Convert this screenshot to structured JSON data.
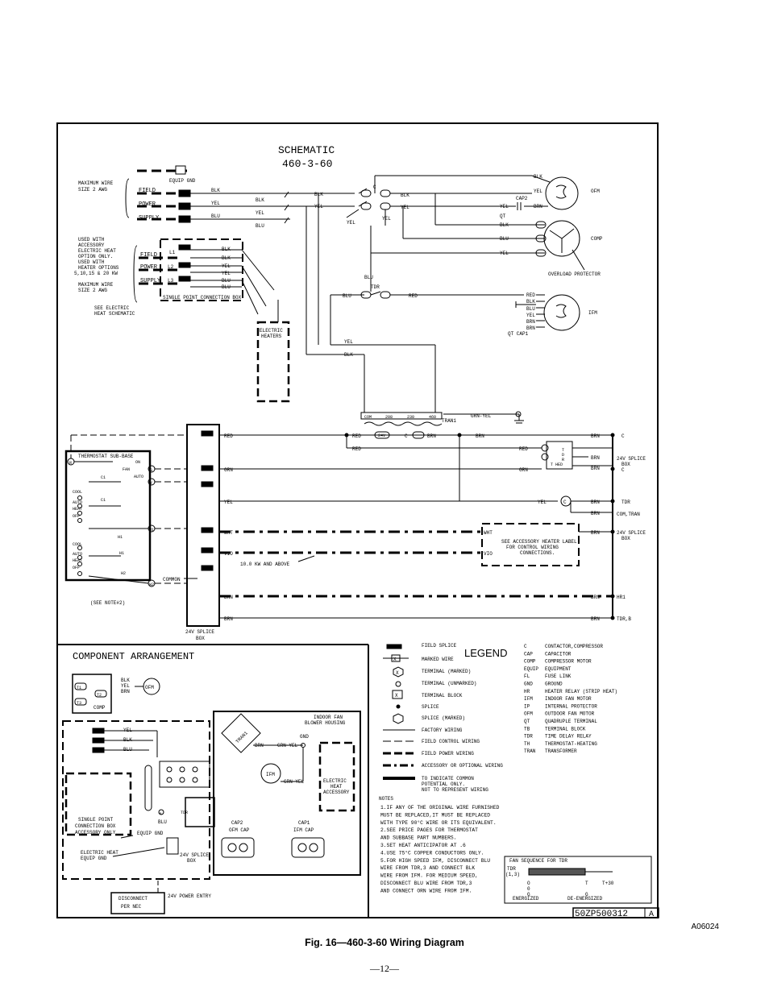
{
  "schematic_title": "SCHEMATIC",
  "schematic_subtitle": "460-3-60",
  "labels": {
    "equip_gnd": "EQUIP GND",
    "max_wire_1": "MAXIMUM WIRE",
    "max_wire_2": "SIZE 2 AWG",
    "field": "FIELD",
    "power": "POWER",
    "supply": "SUPPLY",
    "used_with_1": "USED WITH",
    "used_with_2": "ACCESSORY",
    "used_with_3": "ELECTRIC HEAT",
    "used_with_4": "OPTION ONLY.",
    "used_with_5": "USED WITH",
    "used_with_6": "HEATER OPTIONS",
    "used_with_7": "5,10,15 & 20 KW",
    "max_wire_b1": "MAXIMUM WIRE",
    "max_wire_b2": "SIZE 2 AWG",
    "see_elec_1": "SEE ELECTRIC",
    "see_elec_2": "HEAT SCHEMATIC",
    "single_point": "SINGLE POINT CONNECTION BOX",
    "electric_heaters_1": "ELECTRIC",
    "electric_heaters_2": "HEATERS",
    "ofm": "OFM",
    "comp": "COMP",
    "ifm": "IFM",
    "overload": "OVERLOAD PROTECTOR",
    "cap2": "CAP2",
    "qt": "QT",
    "qt_cap1": "QT  CAP1",
    "tdr": "TDR",
    "tran1": "TRAN1",
    "grn_yel": "GRN-YEL",
    "thermostat_sub_base": "THERMOSTAT SUB-BASE",
    "see_note2": "(SEE NOTE#2)",
    "common": "COMMON",
    "splice_24v_1": "24V SPLICE",
    "splice_24v_2": "BOX",
    "kw_above": "10.0 KW AND ABOVE",
    "see_accessory_1": "SEE ACCESSORY HEATER LABEL",
    "see_accessory_2": "FOR CONTROL WIRING",
    "see_accessory_3": "CONNECTIONS.",
    "c": "C",
    "tdr_r": "TDR",
    "com_tran": "COM,TRAN",
    "hr1": "HR1",
    "tdr_b": "TDR,B",
    "component_arrangement": "COMPONENT ARRANGEMENT",
    "indoor_fan_1": "INDOOR FAN",
    "indoor_fan_2": "BLOWER HOUSING",
    "gnd": "GND",
    "electric_heat_acc_1": "ELECTRIC",
    "electric_heat_acc_2": "HEAT",
    "electric_heat_acc_3": "ACCESSORY",
    "single_point_acc_1": "SINGLE POINT",
    "single_point_acc_2": "CONNECTION BOX",
    "single_point_acc_3": "ACCESSORY ONLY",
    "equip_gnd2": "EQUIP GND",
    "elec_heat_gnd_1": "ELECTRIC HEAT",
    "elec_heat_gnd_2": "EQUIP GND",
    "splice_24v_b1": "24V SPLICE",
    "splice_24v_b2": "BOX",
    "cap2_ofm_1": "CAP2",
    "cap2_ofm_2": "OFM CAP",
    "cap1_ifm_1": "CAP1",
    "cap1_ifm_2": "IFM CAP",
    "disconnect_1": "DISCONNECT",
    "disconnect_2": "PER NEC",
    "power_entry": "24V POWER ENTRY",
    "comp_box": "COMP"
  },
  "legend": {
    "title": "LEGEND",
    "symbols": [
      "FIELD SPLICE",
      "MARKED WIRE",
      "TERMINAL (MARKED)",
      "TERMINAL (UNMARKED)",
      "TERMINAL BLOCK",
      "SPLICE",
      "SPLICE (MARKED)",
      "FACTORY WIRING",
      "FIELD CONTROL WIRING",
      "FIELD POWER WIRING",
      "ACCESSORY OR OPTIONAL WIRING",
      "TO INDICATE COMMON",
      "POTENTIAL ONLY.",
      "NOT TO REPRESENT WIRING"
    ],
    "abbrev": [
      [
        "C",
        "CONTACTOR,COMPRESSOR"
      ],
      [
        "CAP",
        "CAPACITOR"
      ],
      [
        "COMP",
        "COMPRESSOR MOTOR"
      ],
      [
        "EQUIP",
        "EQUIPMENT"
      ],
      [
        "FL",
        "FUSE LINK"
      ],
      [
        "GND",
        "GROUND"
      ],
      [
        "HR",
        "HEATER RELAY (STRIP HEAT)"
      ],
      [
        "IFM",
        "INDOOR FAN MOTOR"
      ],
      [
        "IP",
        "INTERNAL PROTECTOR"
      ],
      [
        "OFM",
        "OUTDOOR FAN MOTOR"
      ],
      [
        "QT",
        "QUADRUPLE TERMINAL"
      ],
      [
        "TB",
        "TERMINAL BLOCK"
      ],
      [
        "TDR",
        "TIME DELAY RELAY"
      ],
      [
        "TH",
        "THERMOSTAT-HEATING"
      ],
      [
        "TRAN",
        "TRANSFORMER"
      ]
    ]
  },
  "notes": {
    "title": "NOTES",
    "lines": [
      "1.IF ANY OF THE ORIGINAL WIRE FURNISHED",
      "  MUST BE REPLACED,IT MUST BE REPLACED",
      "  WITH TYPE 90°C WIRE OR ITS EQUIVALENT.",
      "2.SEE PRICE PAGES FOR THERMOSTAT",
      "  AND SUBBASE PART NUMBERS.",
      "3.SET HEAT ANTICIPATOR AT .6",
      "4.USE 75°C COPPER CONDUCTORS ONLY.",
      "5.FOR HIGH SPEED IFM, DISCONNECT BLU",
      "  WIRE FROM TDR,3 AND CONNECT BLK",
      "  WIRE FROM IFM. FOR MEDIUM SPEED,",
      "  DISCONNECT BLU WIRE FROM TDR,3",
      "  AND CONNECT ORN WIRE FROM IFM."
    ]
  },
  "fan_sequence": {
    "title": "FAN SEQUENCE FOR TDR",
    "tdr": "TDR",
    "tdr_terms": "(1,3)",
    "o": "O",
    "t0": "0",
    "g1": "G",
    "t1": "T",
    "g2": "G",
    "t30": "T+30",
    "energized": "ENERGIZED",
    "deenergized": "DE-ENERGIZED"
  },
  "part_number": "50ZP500312",
  "revision": "A",
  "figure_id": "A06024",
  "caption": "Fig. 16—460-3-60 Wiring Diagram",
  "page_number": "—12—",
  "wire_colors": {
    "blk": "BLK",
    "yel": "YEL",
    "blu": "BLU",
    "red": "RED",
    "grn": "GRN",
    "brn": "BRN",
    "wht": "WHT",
    "vio": "VIO"
  }
}
